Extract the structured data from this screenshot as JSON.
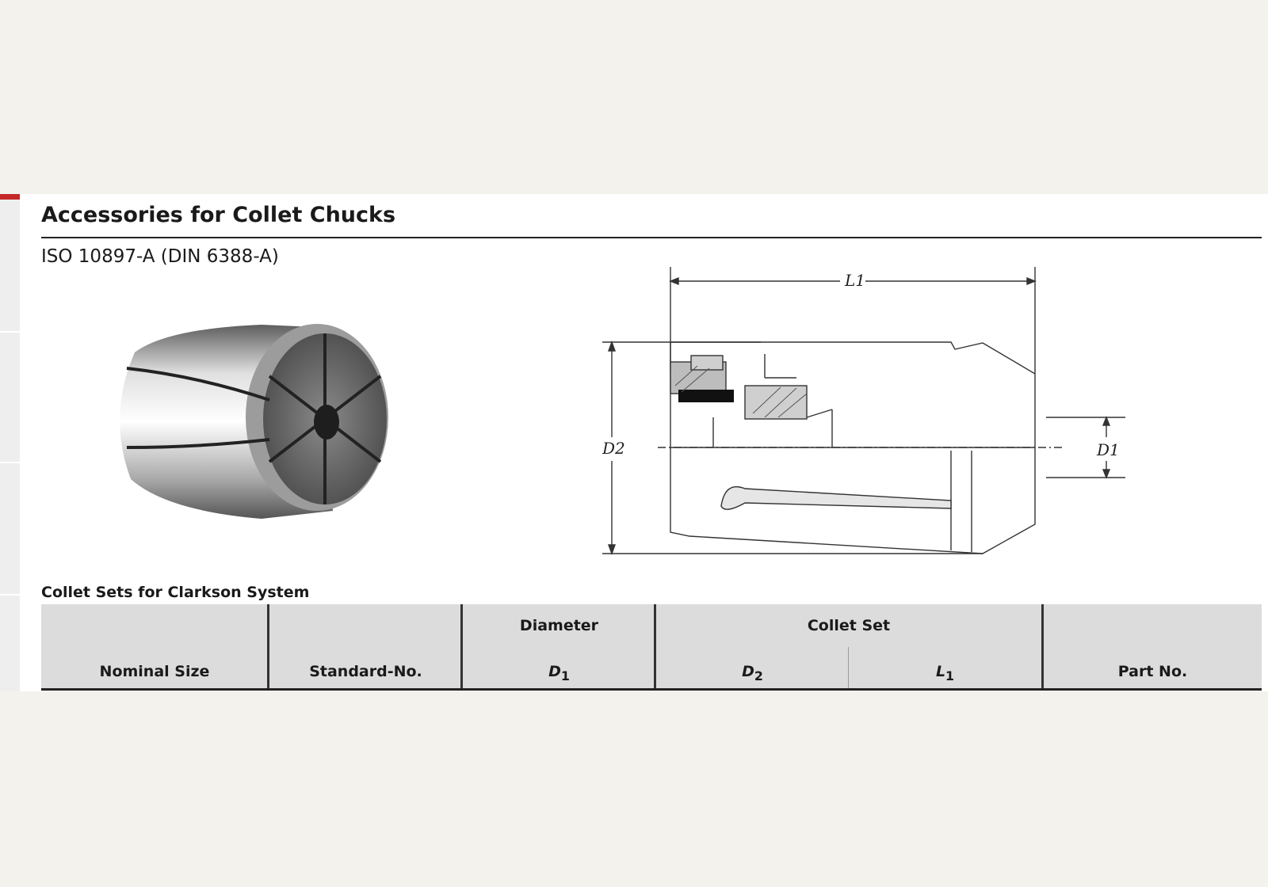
{
  "page": {
    "title": "Accessories for Collet Chucks",
    "subtitle": "ISO 10897-A (DIN 6388-A)"
  },
  "drawing": {
    "labels": {
      "l1": "L1",
      "d1": "D1",
      "d2": "D2"
    }
  },
  "table": {
    "caption": "Collet Sets for Clarkson System",
    "headers": {
      "nominal_size": "Nominal Size",
      "standard_no": "Standard-No.",
      "diameter": "Diameter",
      "d1": "D",
      "d1_sub": "1",
      "collet_set": "Collet Set",
      "d2": "D",
      "d2_sub": "2",
      "l1": "L",
      "l1_sub": "1",
      "part_no": "Part No."
    },
    "rows": []
  },
  "colors": {
    "accent": "#c62828",
    "header_bg": "#dcdcdc",
    "page_bg": "#f3f2ed"
  }
}
